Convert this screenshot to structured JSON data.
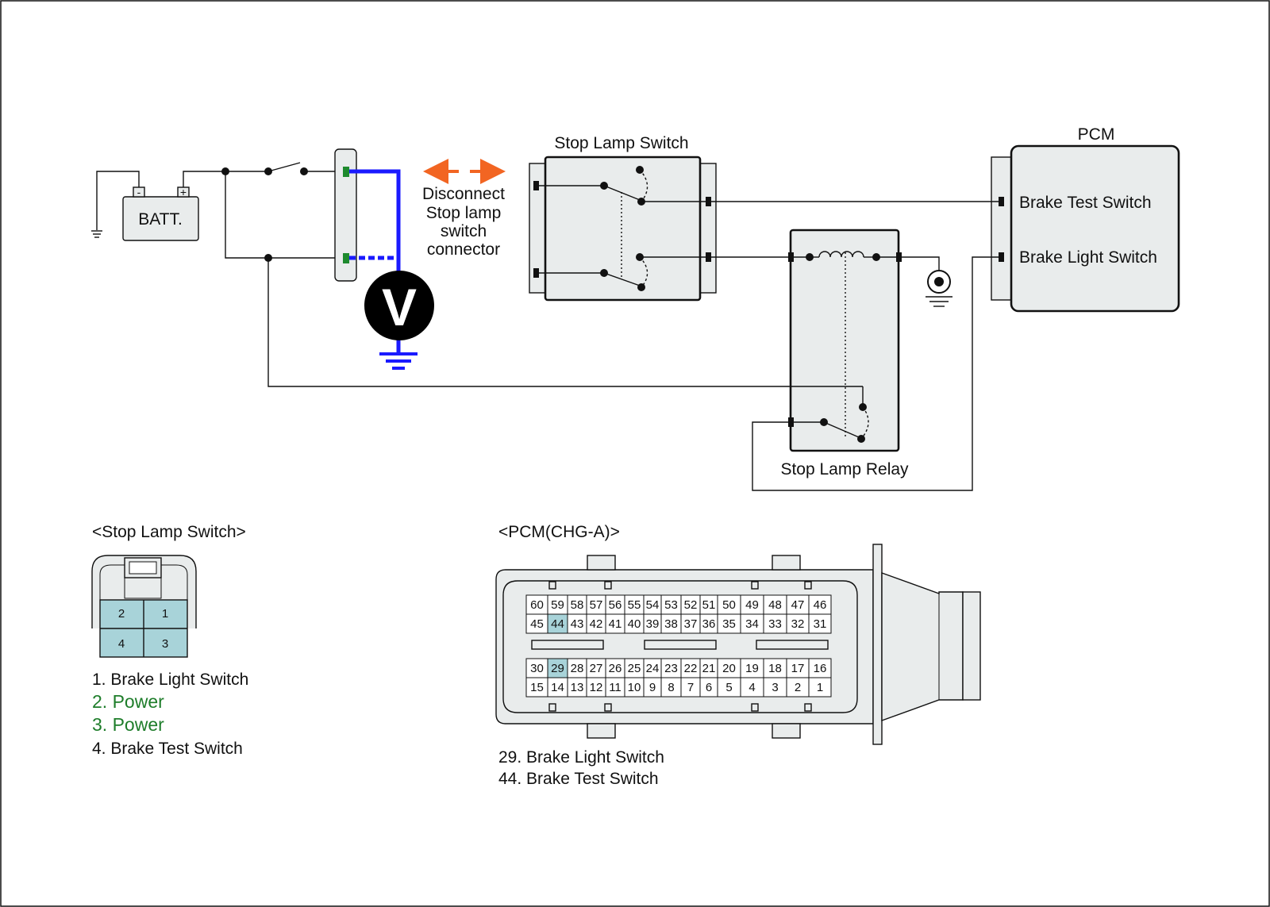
{
  "colors": {
    "wire": "#111111",
    "meter_wire": "#1a1aff",
    "arrow": "#f26522",
    "highlight_pin": "#a8d3d9",
    "power_text": "#1e7d2a",
    "terminal_green": "#1e8a2e",
    "component_fill": "#e9ecec"
  },
  "battery": {
    "label": "BATT.",
    "neg": "-",
    "pos": "+"
  },
  "meter": {
    "label": "V"
  },
  "instruction": {
    "lines": [
      "Disconnect",
      "Stop lamp",
      "switch",
      "connector"
    ]
  },
  "stop_lamp_switch": {
    "title": "Stop Lamp Switch"
  },
  "stop_lamp_relay": {
    "title": "Stop Lamp Relay"
  },
  "pcm": {
    "title": "PCM",
    "terminals": [
      "Brake Test Switch",
      "Brake Light Switch"
    ]
  },
  "sls_connector": {
    "title": "<Stop Lamp Switch>",
    "pins": [
      "2",
      "1",
      "4",
      "3"
    ],
    "legend": [
      {
        "text": "1. Brake Light Switch",
        "color": "#111111"
      },
      {
        "text": "2. Power",
        "color": "#1e7d2a"
      },
      {
        "text": "3. Power",
        "color": "#1e7d2a"
      },
      {
        "text": "4. Brake Test Switch",
        "color": "#111111"
      }
    ]
  },
  "pcm_connector": {
    "title": "<PCM(CHG-A)>",
    "rows": [
      [
        "60",
        "59",
        "58",
        "57",
        "56",
        "55",
        "54",
        "53",
        "52",
        "51",
        "50",
        "49",
        "48",
        "47",
        "46"
      ],
      [
        "45",
        "44",
        "43",
        "42",
        "41",
        "40",
        "39",
        "38",
        "37",
        "36",
        "35",
        "34",
        "33",
        "32",
        "31"
      ],
      [
        "30",
        "29",
        "28",
        "27",
        "26",
        "25",
        "24",
        "23",
        "22",
        "21",
        "20",
        "19",
        "18",
        "17",
        "16"
      ],
      [
        "15",
        "14",
        "13",
        "12",
        "11",
        "10",
        "9",
        "8",
        "7",
        "6",
        "5",
        "4",
        "3",
        "2",
        "1"
      ]
    ],
    "highlighted": [
      "44",
      "29"
    ],
    "legend": [
      "29. Brake Light Switch",
      "44. Brake Test Switch"
    ]
  }
}
